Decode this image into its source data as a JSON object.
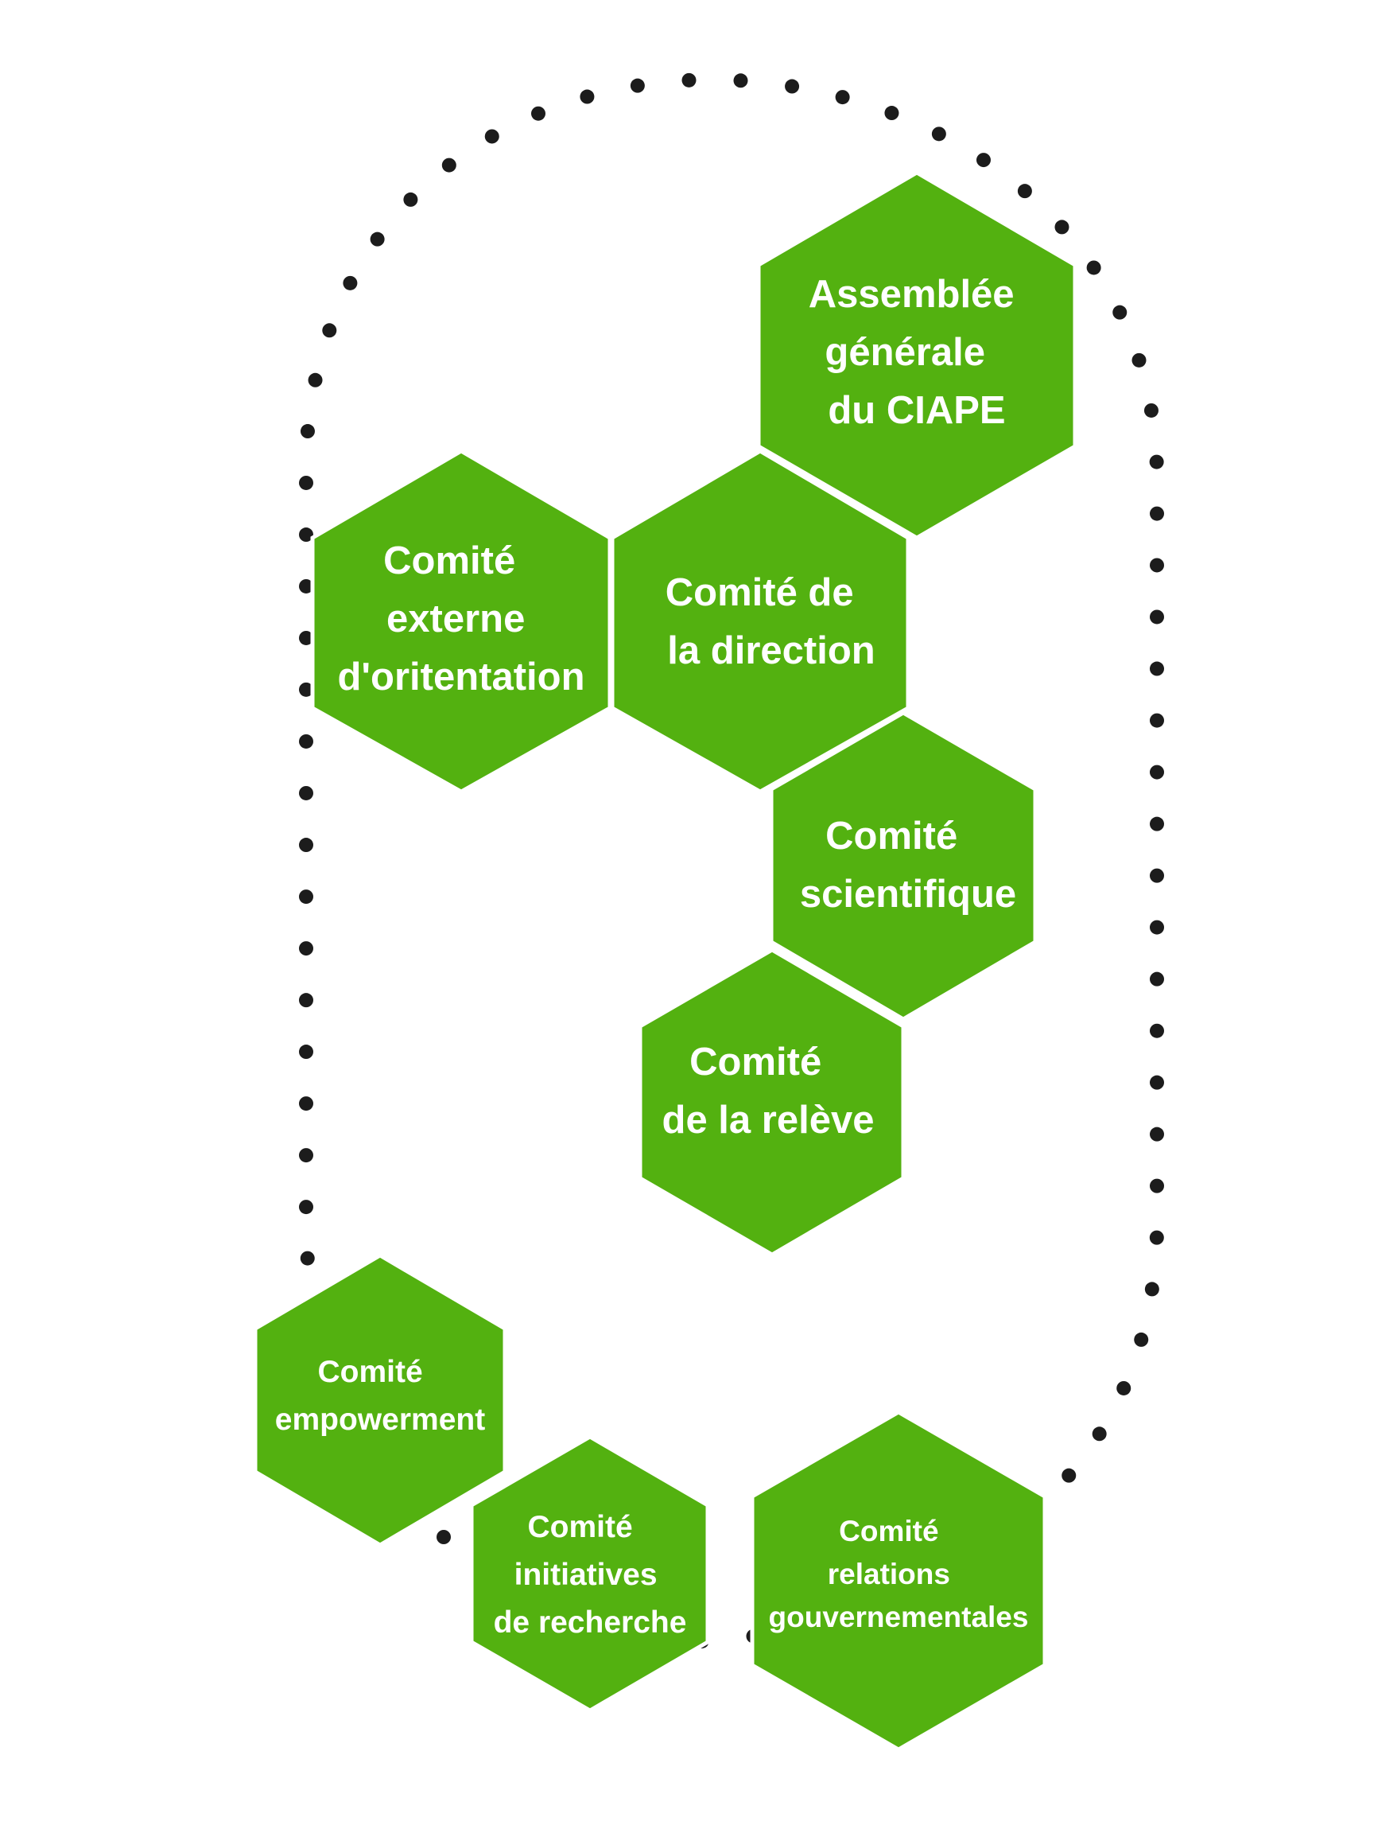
{
  "colors": {
    "hexagon_fill": "#53b110",
    "hexagon_text": "#ffffff",
    "outline_dots": "#1c1c1c",
    "background": "#ffffff"
  },
  "hexagons": [
    {
      "id": "assemblee",
      "lines": [
        "Assemblée",
        "générale",
        "du CIAPE"
      ]
    },
    {
      "id": "externe",
      "lines": [
        "Comité",
        "externe",
        "d'oritentation"
      ]
    },
    {
      "id": "direction",
      "lines": [
        "Comité de",
        "la direction"
      ]
    },
    {
      "id": "scientifique",
      "lines": [
        "Comité",
        "scientifique"
      ]
    },
    {
      "id": "releve",
      "lines": [
        "Comité",
        "de la relève"
      ]
    },
    {
      "id": "empowerment",
      "lines": [
        "Comité",
        "empowerment"
      ]
    },
    {
      "id": "initiatives",
      "lines": [
        "Comité",
        "initiatives",
        "de recherche"
      ]
    },
    {
      "id": "relations",
      "lines": [
        "Comité",
        "relations",
        "gouvernementales"
      ]
    }
  ]
}
